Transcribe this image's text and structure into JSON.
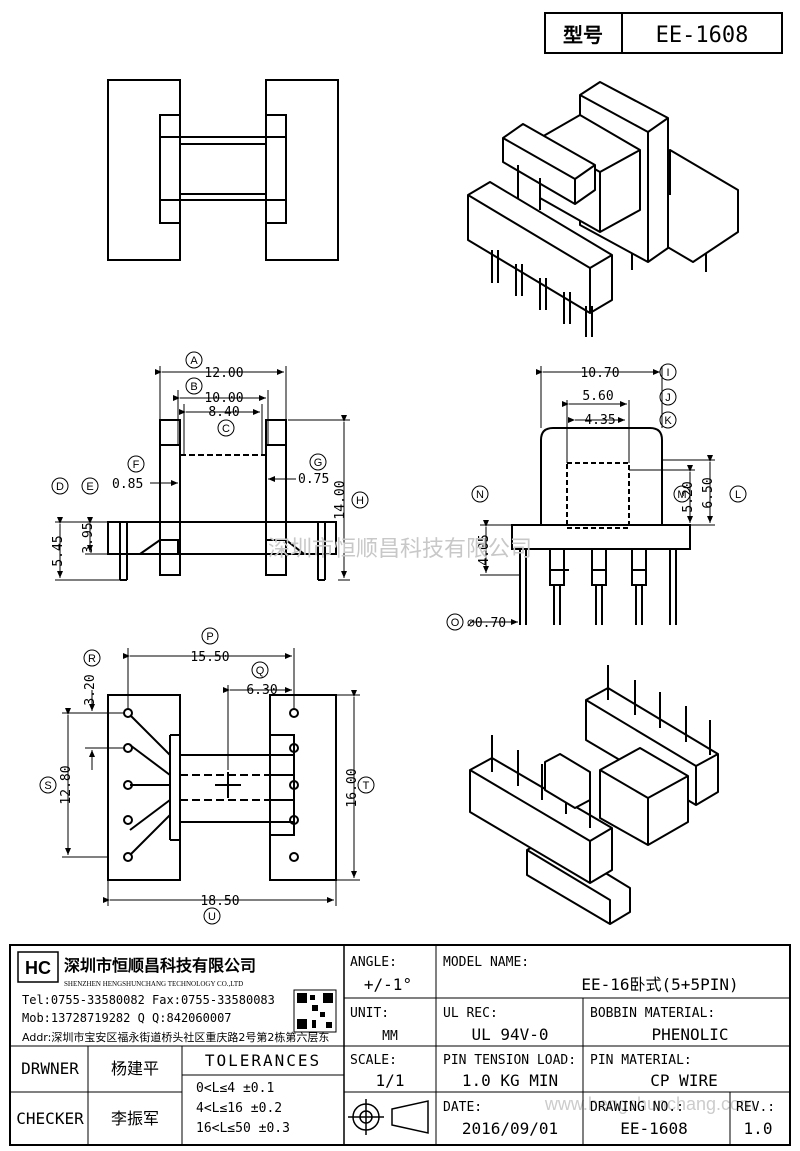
{
  "header": {
    "type_label": "型号",
    "model": "EE-1608"
  },
  "callouts": {
    "A": "A",
    "B": "B",
    "C": "C",
    "D": "D",
    "E": "E",
    "F": "F",
    "G": "G",
    "H": "H",
    "I": "I",
    "J": "J",
    "K": "K",
    "L": "L",
    "M": "M",
    "N": "N",
    "O": "O",
    "P": "P",
    "Q": "Q",
    "R": "R",
    "S": "S",
    "T": "T",
    "U": "U"
  },
  "dims": {
    "A": "12.00",
    "B": "10.00",
    "C": "8.40",
    "D": "5.45",
    "E": "3.95",
    "F": "0.85",
    "G": "0.75",
    "H": "14.00",
    "I": "10.70",
    "J": "5.60",
    "K": "4.35",
    "L": "6.50",
    "M": "5.20",
    "N": "4.05",
    "O": "∅0.70",
    "P": "15.50",
    "Q": "6.30",
    "R": "3.20",
    "S": "12.80",
    "T": "16.00",
    "U": "18.50"
  },
  "watermark": "深圳市恒顺昌科技有限公司",
  "watermark_url": "www.hengshunchang.com",
  "company": {
    "name_cn": "深圳市恒顺昌科技有限公司",
    "name_en": "SHENZHEN HENGSHUNCHANG TECHNOLOGY CO.,LTD",
    "tel_fax": "Tel:0755-33580082 Fax:0755-33580083",
    "mob_qq": "Mob:13728719282    Q  Q:842060007",
    "addr": "Addr:深圳市宝安区福永街道桥头社区重庆路2号第2栋第六层东"
  },
  "title_block": {
    "angle_label": "ANGLE:",
    "angle_value": "+/-1°",
    "model_name_label": "MODEL NAME:",
    "model_name_value": "EE-16卧式(5+5PIN)",
    "unit_label": "UNIT:",
    "unit_value": "MM",
    "ul_label": "UL REC:",
    "ul_value": "UL 94V-0",
    "bobbin_label": "BOBBIN MATERIAL:",
    "bobbin_value": "PHENOLIC",
    "drawer_label": "DRWNER",
    "drawer_value": "杨建平",
    "tolerances_label": "TOLERANCES",
    "tol1": "0<L≤4    ±0.1",
    "tol2": "4<L≤16   ±0.2",
    "tol3": "16<L≤50  ±0.3",
    "scale_label": "SCALE:",
    "scale_value": "1/1",
    "pin_tension_label": "PIN TENSION LOAD:",
    "pin_tension_value": "1.0 KG MIN",
    "pin_material_label": "PIN MATERIAL:",
    "pin_material_value": "CP WIRE",
    "checker_label": "CHECKER",
    "checker_value": "李振军",
    "date_label": "DATE:",
    "date_value": "2016/09/01",
    "drawing_no_label": "DRAWING NO.:",
    "drawing_no_value": "EE-1608",
    "rev_label": "REV.:",
    "rev_value": "1.0"
  }
}
